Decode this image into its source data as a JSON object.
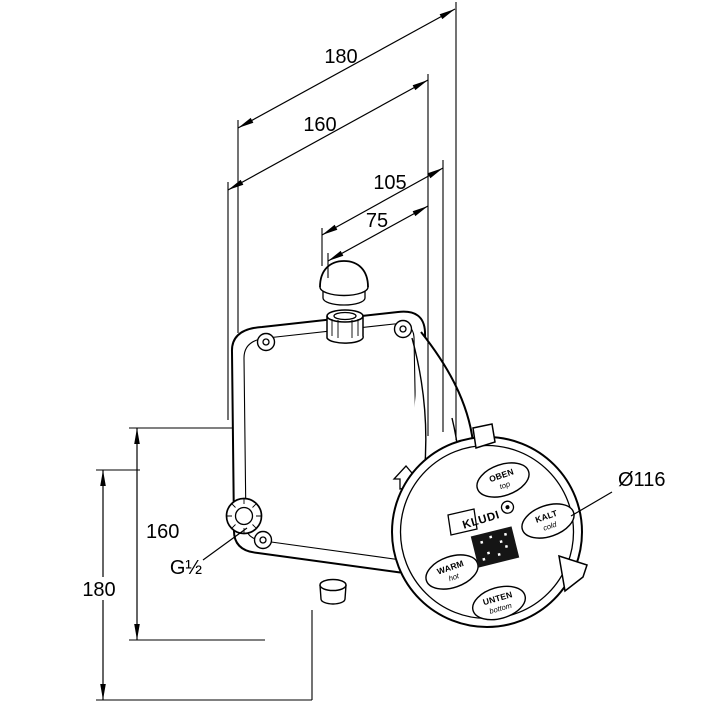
{
  "dims": {
    "top": [
      "180",
      "160",
      "105",
      "75"
    ],
    "left": [
      "160",
      "180"
    ],
    "diameter": "Ø116",
    "thread": "G½"
  },
  "faceplate": {
    "badge_top": {
      "l1": "OBEN",
      "l2": "top"
    },
    "badge_right": {
      "l1": "KALT",
      "l2": "cold"
    },
    "badge_left": {
      "l1": "WARM",
      "l2": "hot"
    },
    "badge_bottom": {
      "l1": "UNTEN",
      "l2": "bottom"
    },
    "brand": "KLUDI"
  },
  "colors": {
    "line": "#000000",
    "background": "#ffffff",
    "label_square": "#151515"
  }
}
